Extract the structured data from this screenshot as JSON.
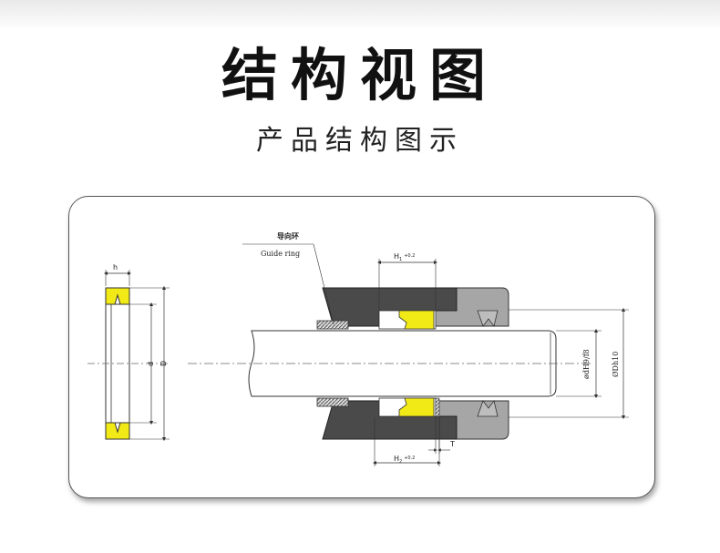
{
  "header": {
    "title": "结构视图",
    "subtitle": "产品结构图示"
  },
  "diagram": {
    "guide_ring_cn": "导向环",
    "guide_ring_en": "Guide ring",
    "dim_h": "h",
    "dim_d": "d",
    "dim_D": "D",
    "dim_H1_main": "H",
    "dim_H1_sub": "1",
    "dim_H1_tol": "+0.2",
    "dim_H2_main": "H",
    "dim_H2_sub": "2",
    "dim_H2_tol": "+0.2",
    "dim_T": "T",
    "dim_dH9": "ødH9/f8",
    "dim_Dh10": "ØDh10",
    "colors": {
      "seal_yellow": "#f2ea16",
      "housing_dark": "#4a4a4a",
      "housing_grey": "#a6a6a6",
      "rod": "#ffffff"
    }
  }
}
